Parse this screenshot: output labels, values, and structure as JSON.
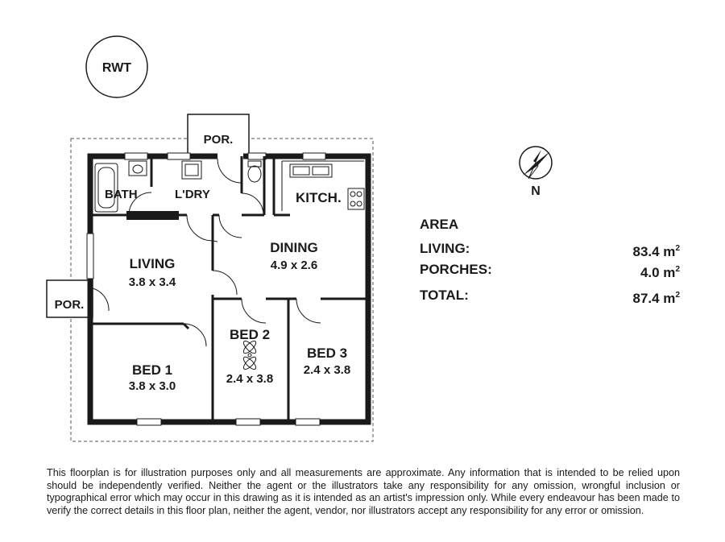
{
  "badge": "RWT",
  "compass": {
    "label": "N",
    "icon": "north-arrow-icon"
  },
  "rooms": {
    "bath": {
      "name": "BATH"
    },
    "laundry": {
      "name": "L'DRY"
    },
    "kitchen": {
      "name": "KITCH."
    },
    "dining": {
      "name": "DINING",
      "dims": "4.9 x 2.6"
    },
    "living": {
      "name": "LIVING",
      "dims": "3.8 x 3.4"
    },
    "bed1": {
      "name": "BED 1",
      "dims": "3.8 x 3.0"
    },
    "bed2": {
      "name": "BED 2",
      "dims": "2.4 x 3.8"
    },
    "bed3": {
      "name": "BED 3",
      "dims": "2.4 x 3.8"
    },
    "porch_top": {
      "name": "POR."
    },
    "porch_left": {
      "name": "POR."
    }
  },
  "area": {
    "heading": "AREA",
    "rows": [
      {
        "label": "LIVING:",
        "value": "83.4 m",
        "unit_exp": "2"
      },
      {
        "label": "PORCHES:",
        "value": "4.0 m",
        "unit_exp": "2"
      }
    ],
    "total": {
      "label": "TOTAL:",
      "value": "87.4 m",
      "unit_exp": "2"
    }
  },
  "disclaimer": "This floorplan is for illustration purposes only and all measurements are approximate. Any information that is intended to be relied upon should be independently verified. Neither the agent or the illustrators take any responsibility for any omission, wrongful inclusion or typographical error which may occur in this drawing as it is intended as an artist's impression only. While every endeavour has been made to verify the correct details in this floor plan, neither the agent, vendor, nor illustrators accept any responsibility for any error or omission.",
  "colors": {
    "wall": "#1a1a1a",
    "background": "#ffffff",
    "dashed": "#555555"
  }
}
